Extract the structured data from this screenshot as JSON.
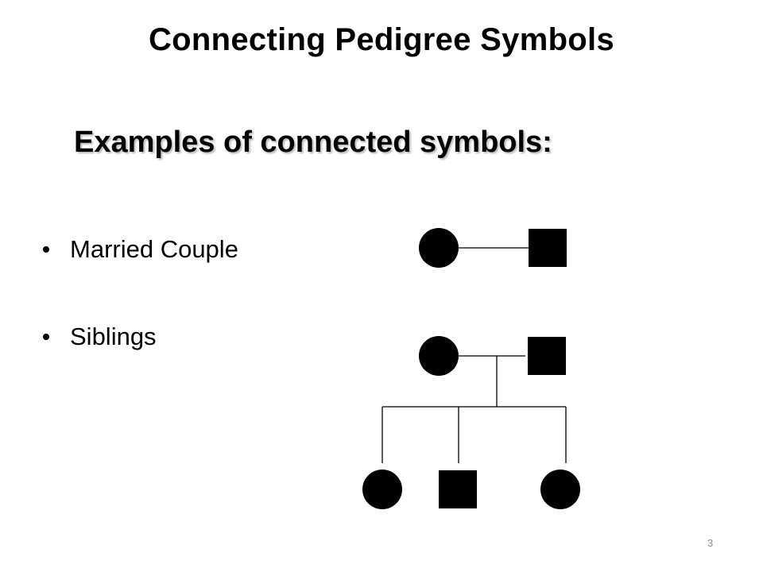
{
  "slide": {
    "title": "Connecting Pedigree Symbols",
    "subtitle": "Examples of connected symbols:",
    "bullets": [
      {
        "label": "Married Couple"
      },
      {
        "label": "Siblings"
      }
    ],
    "page_number": "3"
  },
  "diagram": {
    "symbol_color": "#000000",
    "line_color": "#000000",
    "groups": [
      {
        "name": "married-couple",
        "members": [
          {
            "shape": "circle",
            "sex": "female"
          },
          {
            "shape": "square",
            "sex": "male"
          }
        ]
      },
      {
        "name": "siblings",
        "parents": [
          {
            "shape": "circle",
            "sex": "female"
          },
          {
            "shape": "square",
            "sex": "male"
          }
        ],
        "children": [
          {
            "shape": "circle",
            "sex": "female"
          },
          {
            "shape": "square",
            "sex": "male"
          },
          {
            "shape": "circle",
            "sex": "female"
          }
        ]
      }
    ]
  }
}
